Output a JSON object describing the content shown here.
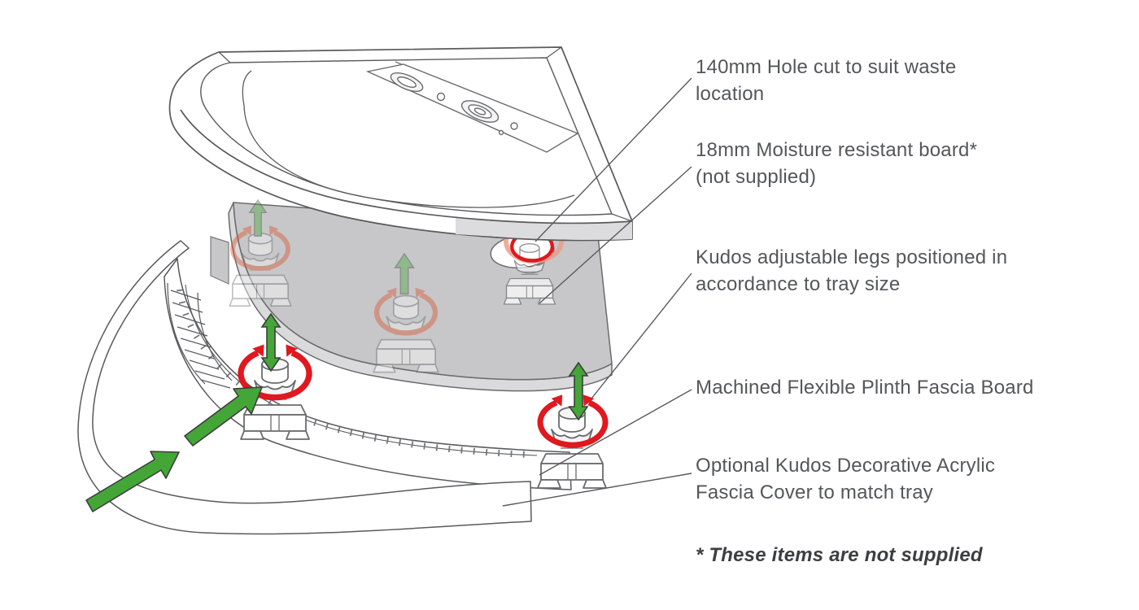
{
  "labels": [
    {
      "name": "140mm-hole",
      "line1": "140mm Hole cut to suit waste",
      "line2": "location"
    },
    {
      "name": "moisture-board",
      "line1": "18mm Moisture resistant board*",
      "line2": "(not supplied)"
    },
    {
      "name": "adjustable-legs",
      "line1": "Kudos adjustable legs positioned in",
      "line2": "accordance to tray size"
    },
    {
      "name": "plinth-fascia",
      "line1": "Machined Flexible Plinth Fascia Board",
      "line2": ""
    },
    {
      "name": "fascia-cover",
      "line1": "Optional Kudos Decorative Acrylic",
      "line2": "Fascia Cover to match tray"
    }
  ],
  "note": "* These items are not supplied",
  "colors": {
    "text": "#55565a",
    "note_text": "#3d3e41",
    "outline": "#595a5d",
    "board_gray": "#c7c7c9",
    "board_edge_gray": "#dadadc",
    "arrow_green": "#44a636",
    "rotation_red": "#e0181f",
    "rotation_red_faded": "#e07a55"
  }
}
